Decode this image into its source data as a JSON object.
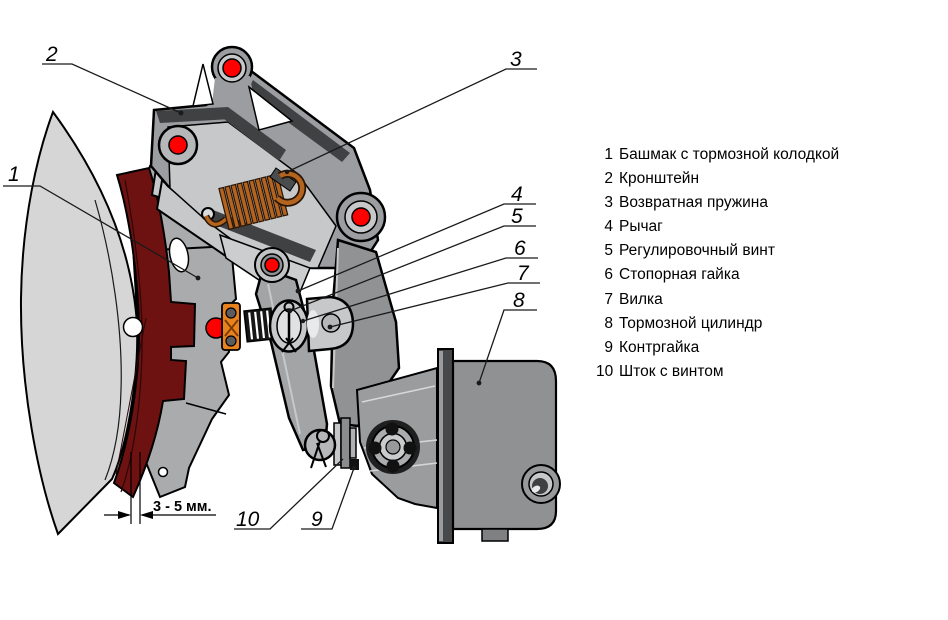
{
  "figure": {
    "type": "technical-diagram",
    "subject": "Тормозной механизм с колодкой (brake rigging with shoe, lever and brake cylinder)"
  },
  "legend": {
    "items": [
      {
        "num": "1",
        "label": "Башмак с тормозной колодкой"
      },
      {
        "num": "2",
        "label": "Кронштейн"
      },
      {
        "num": "3",
        "label": "Возвратная пружина"
      },
      {
        "num": "4",
        "label": "Рычаг"
      },
      {
        "num": "5",
        "label": "Регулировочный винт"
      },
      {
        "num": "6",
        "label": "Стопорная гайка"
      },
      {
        "num": "7",
        "label": "Вилка"
      },
      {
        "num": "8",
        "label": "Тормозной цилиндр"
      },
      {
        "num": "9",
        "label": "Контргайка"
      },
      {
        "num": "10",
        "label": "Шток с винтом"
      }
    ]
  },
  "callouts": [
    "1",
    "2",
    "3",
    "4",
    "5",
    "6",
    "7",
    "8",
    "9",
    "10"
  ],
  "dimension": {
    "text": "3 - 5 мм."
  },
  "colors": {
    "pivot_red": "#ff0000",
    "brake_pad": "#6e1111",
    "clip_orange": "#e8821e",
    "spring": "#b3641f",
    "wheel": "#d6d6d6",
    "metal_light": "#c6c8ca",
    "metal_mid": "#9b9da0",
    "metal_dark": "#3f4143",
    "cylinder_body": "#8f9193"
  }
}
